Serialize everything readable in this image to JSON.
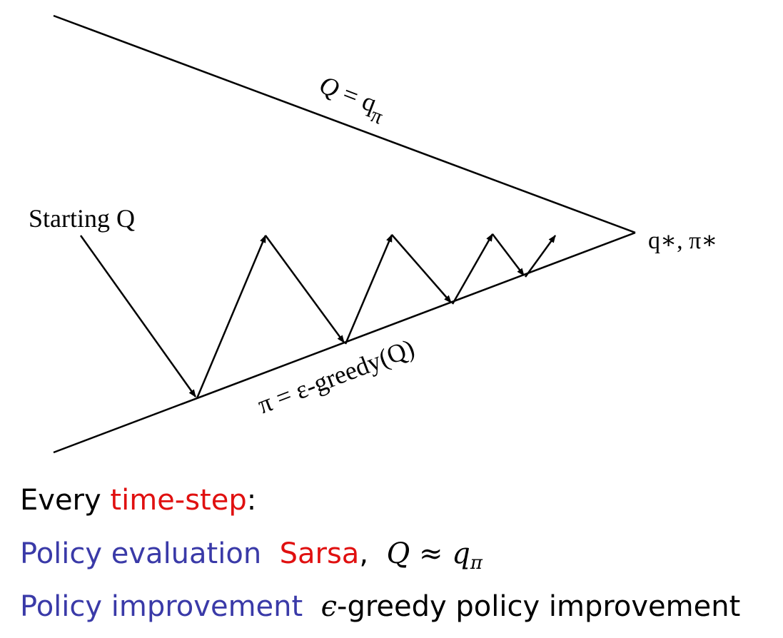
{
  "colors": {
    "ink": "#000000",
    "blue": "#3a3aa8",
    "red": "#e01010",
    "background": "#ffffff"
  },
  "diagram": {
    "label_start": "Starting Q",
    "label_top_line": {
      "lhs": "Q",
      "eq": " = ",
      "q": "q",
      "sub": "π"
    },
    "label_bottom_line": "π = ε-greedy(Q)",
    "label_optimum": "q∗, π∗"
  },
  "caption": {
    "line1": {
      "prefix": "Every ",
      "highlight": "time-step",
      "suffix": ":"
    },
    "line2": {
      "label": "Policy evaluation",
      "method": "Sarsa",
      "sep": ",",
      "math_lhs": "Q",
      "approx": " ≈ ",
      "math_rhs": "q",
      "math_sub": "π"
    },
    "line3": {
      "label": "Policy improvement",
      "eps": "ϵ",
      "rest": "-greedy policy improvement"
    }
  }
}
